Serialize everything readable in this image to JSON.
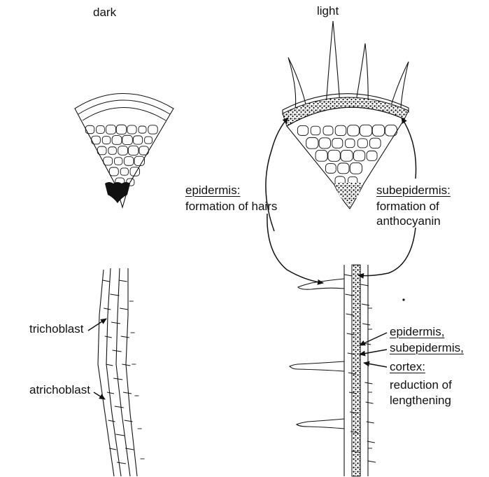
{
  "headers": {
    "dark": "dark",
    "light": "light"
  },
  "labels": {
    "epidermis_hairs_title": "epidermis:",
    "epidermis_hairs_text": "formation of hairs",
    "subepidermis_title": "subepidermis:",
    "subepidermis_text_1": "formation of",
    "subepidermis_text_2": "anthocyanin",
    "trichoblast": "trichoblast",
    "atrichoblast": "atrichoblast",
    "tissues_1": "epidermis,",
    "tissues_2": "subepidermis,",
    "tissues_3": "cortex:",
    "reduction_1": "reduction of",
    "reduction_2": "lengthening"
  },
  "icons": {
    "arrow": "arrow-icon",
    "pigment": "anthocyanin-stipple"
  }
}
